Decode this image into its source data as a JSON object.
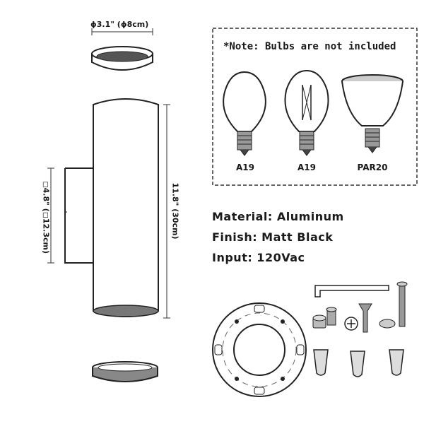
{
  "dimensions": {
    "top_diameter": "ϕ3.1\"   (ϕ8cm)",
    "height": "11.8\"   (30cm)",
    "backplate": "◻4.8\"  (◻12.3cm)"
  },
  "note": "*Note: Bulbs are not included",
  "bulbs": [
    {
      "label": "A19"
    },
    {
      "label": "A19"
    },
    {
      "label": "PAR20"
    }
  ],
  "specs": {
    "material": "Material: Aluminum",
    "finish": "Finish: Matt Black",
    "input": "Input: 120Vac"
  }
}
